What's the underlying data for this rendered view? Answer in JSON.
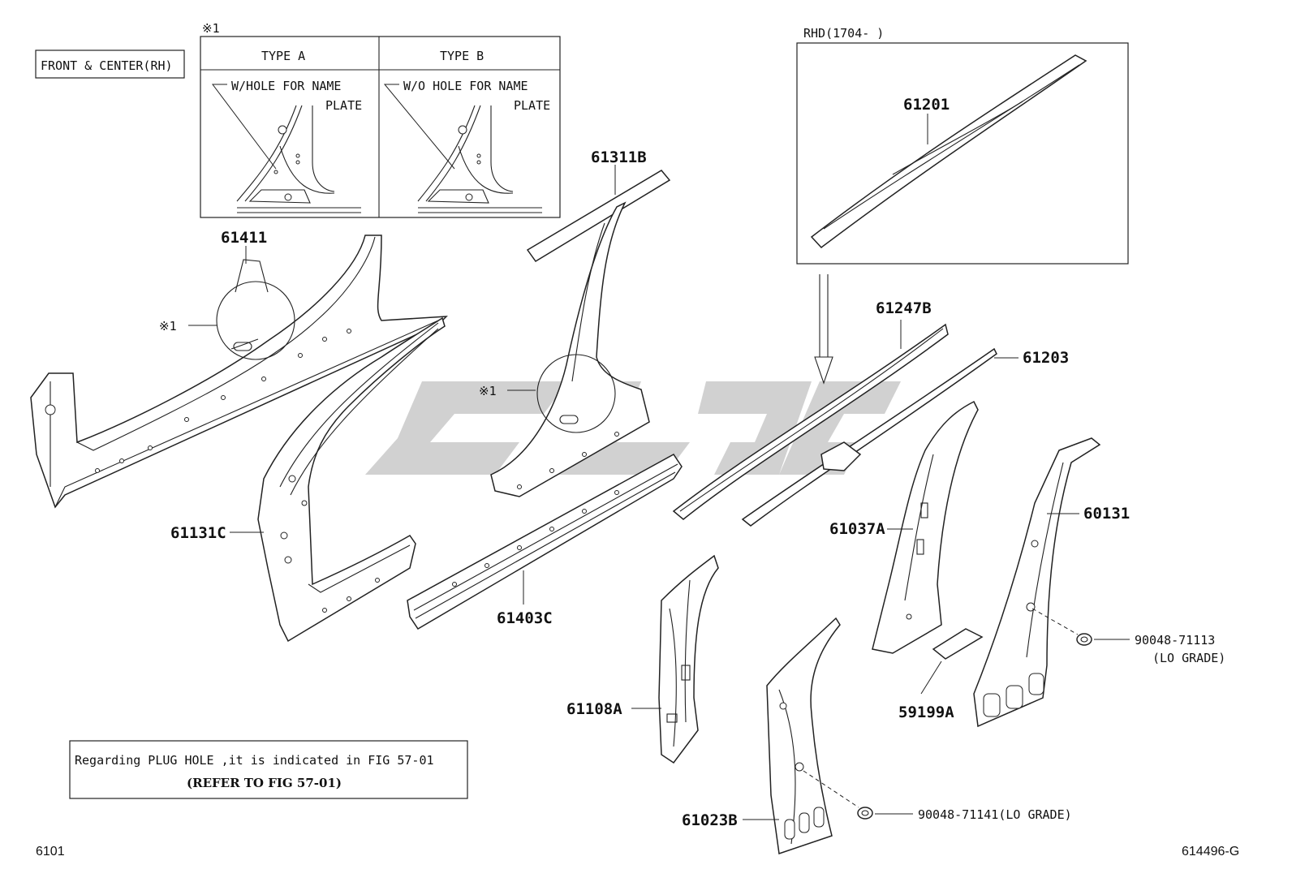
{
  "header_label": "FRONT & CENTER(RH)",
  "note_mark": "※1",
  "inset_types": {
    "type_a": {
      "title": "TYPE A",
      "line1": "W/HOLE FOR NAME",
      "line2": "PLATE"
    },
    "type_b": {
      "title": "TYPE B",
      "line1": "W/O HOLE FOR NAME",
      "line2": "PLATE"
    }
  },
  "rhd_label": "RHD(1704-     )",
  "parts": {
    "p61411": "61411",
    "p61311B": "61311B",
    "p61201": "61201",
    "p61247B": "61247B",
    "p61203": "61203",
    "p61131C": "61131C",
    "p61403C": "61403C",
    "p61037A": "61037A",
    "p60131": "60131",
    "p90048_71113": "90048-71113",
    "p90048_71113_note": "(LO GRADE)",
    "p61108A": "61108A",
    "p59199A": "59199A",
    "p61023B": "61023B",
    "p90048_71141": "90048-71141(LO GRADE)"
  },
  "plug_note": {
    "line1": "Regarding PLUG HOLE ,it is indicated in FIG 57-01",
    "line2": "(REFER TO FIG 57-01)"
  },
  "fig_code": "6101",
  "diagram_id": "614496-G"
}
